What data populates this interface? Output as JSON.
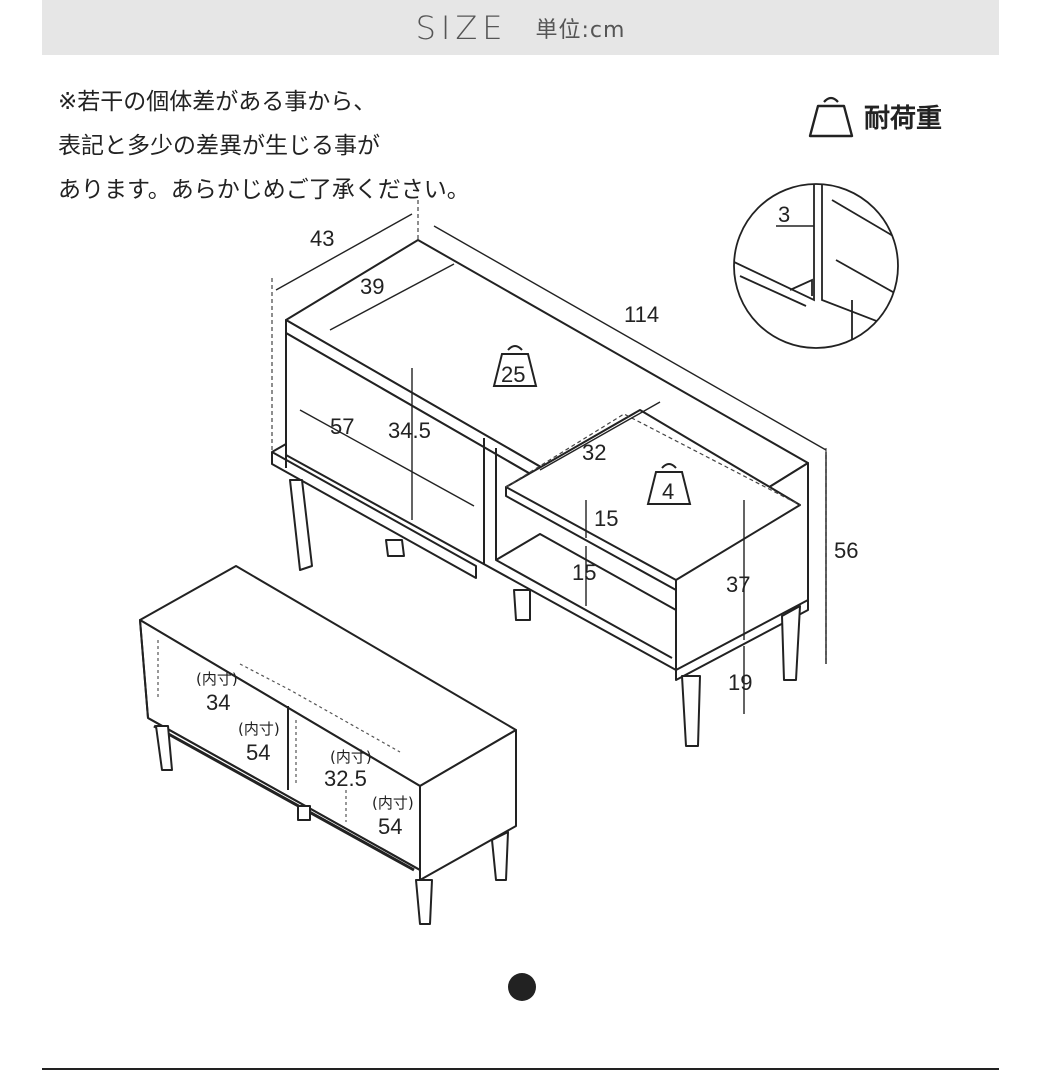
{
  "header": {
    "title": "SIZE",
    "unit": "単位:cm"
  },
  "note": {
    "lines": [
      "※若干の個体差がある事から、",
      "表記と多少の差異が生じる事が",
      "あります。あらかじめご了承ください。"
    ]
  },
  "legend": {
    "load_label": "耐荷重",
    "icon": "weight-icon"
  },
  "main_diagram": {
    "depth_outer": "43",
    "depth_inner": "39",
    "width": "114",
    "top_load": "25",
    "door_width": "57",
    "door_height": "34.5",
    "shelf_depth": "32",
    "shelf_load": "4",
    "shelf_gap_upper": "15",
    "shelf_gap_lower": "15",
    "body_height": "37",
    "total_height": "56",
    "leg_height": "19",
    "detail_gap": "3"
  },
  "inner_diagram": {
    "inner_label": "(内寸)",
    "left_depth": "34",
    "left_width": "54",
    "right_depth": "32.5",
    "right_width": "54"
  },
  "pagination": {
    "current": "●"
  }
}
